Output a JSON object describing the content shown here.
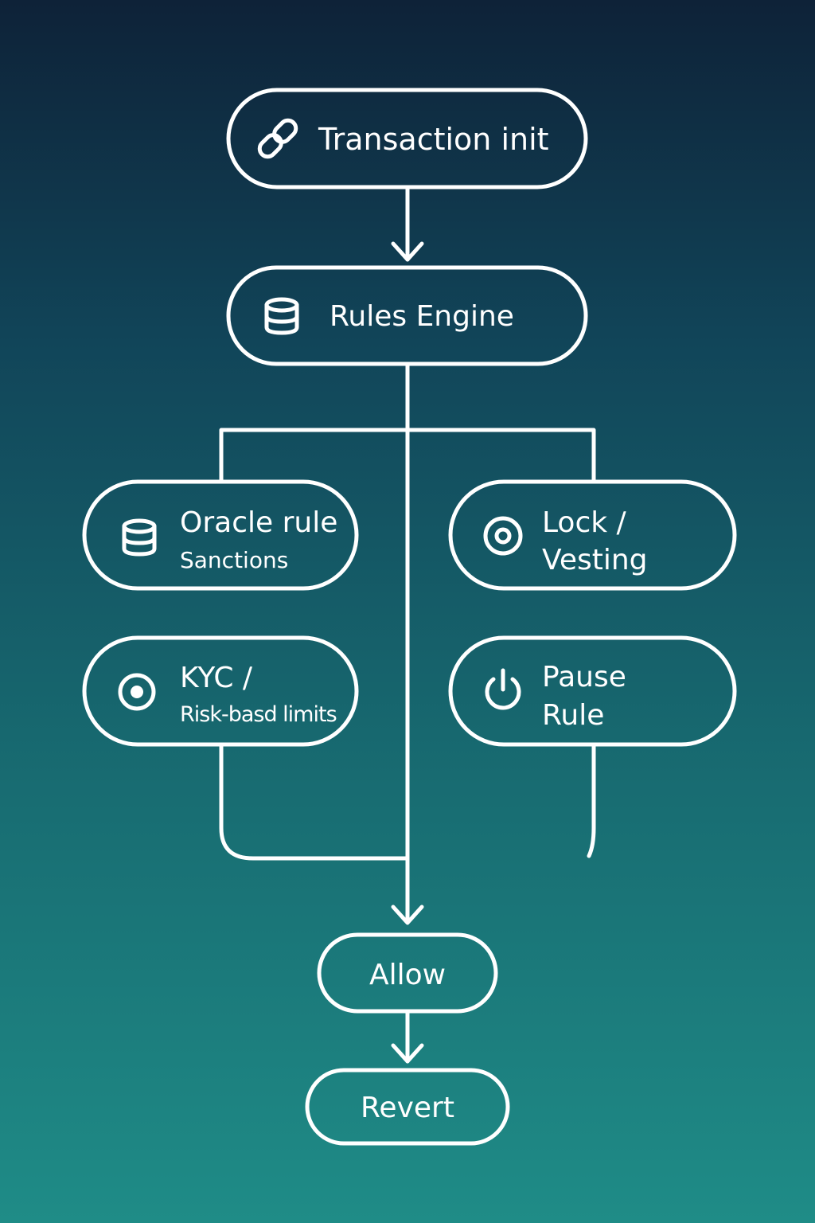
{
  "nodes": {
    "transaction_init": {
      "label": "Transaction init",
      "icon": "link-icon"
    },
    "rules_engine": {
      "label": "Rules Engine",
      "icon": "database-icon"
    },
    "oracle_rule": {
      "title": "Oracle rule",
      "subtitle": "Sanctions",
      "icon": "database-icon"
    },
    "lock_vesting": {
      "line1": "Lock /",
      "line2": "Vesting",
      "icon": "target-icon"
    },
    "kyc": {
      "line1": "KYC /",
      "line2": "Risk-basd limits",
      "icon": "target-icon"
    },
    "pause_rule": {
      "line1": "Pause",
      "line2": "Rule",
      "icon": "power-icon"
    },
    "allow": {
      "label": "Allow"
    },
    "revert": {
      "label": "Revert"
    }
  },
  "colors": {
    "background_top": "#0e2238",
    "background_bottom": "#1f8c87",
    "stroke": "#ffffff",
    "text": "#ffffff"
  }
}
